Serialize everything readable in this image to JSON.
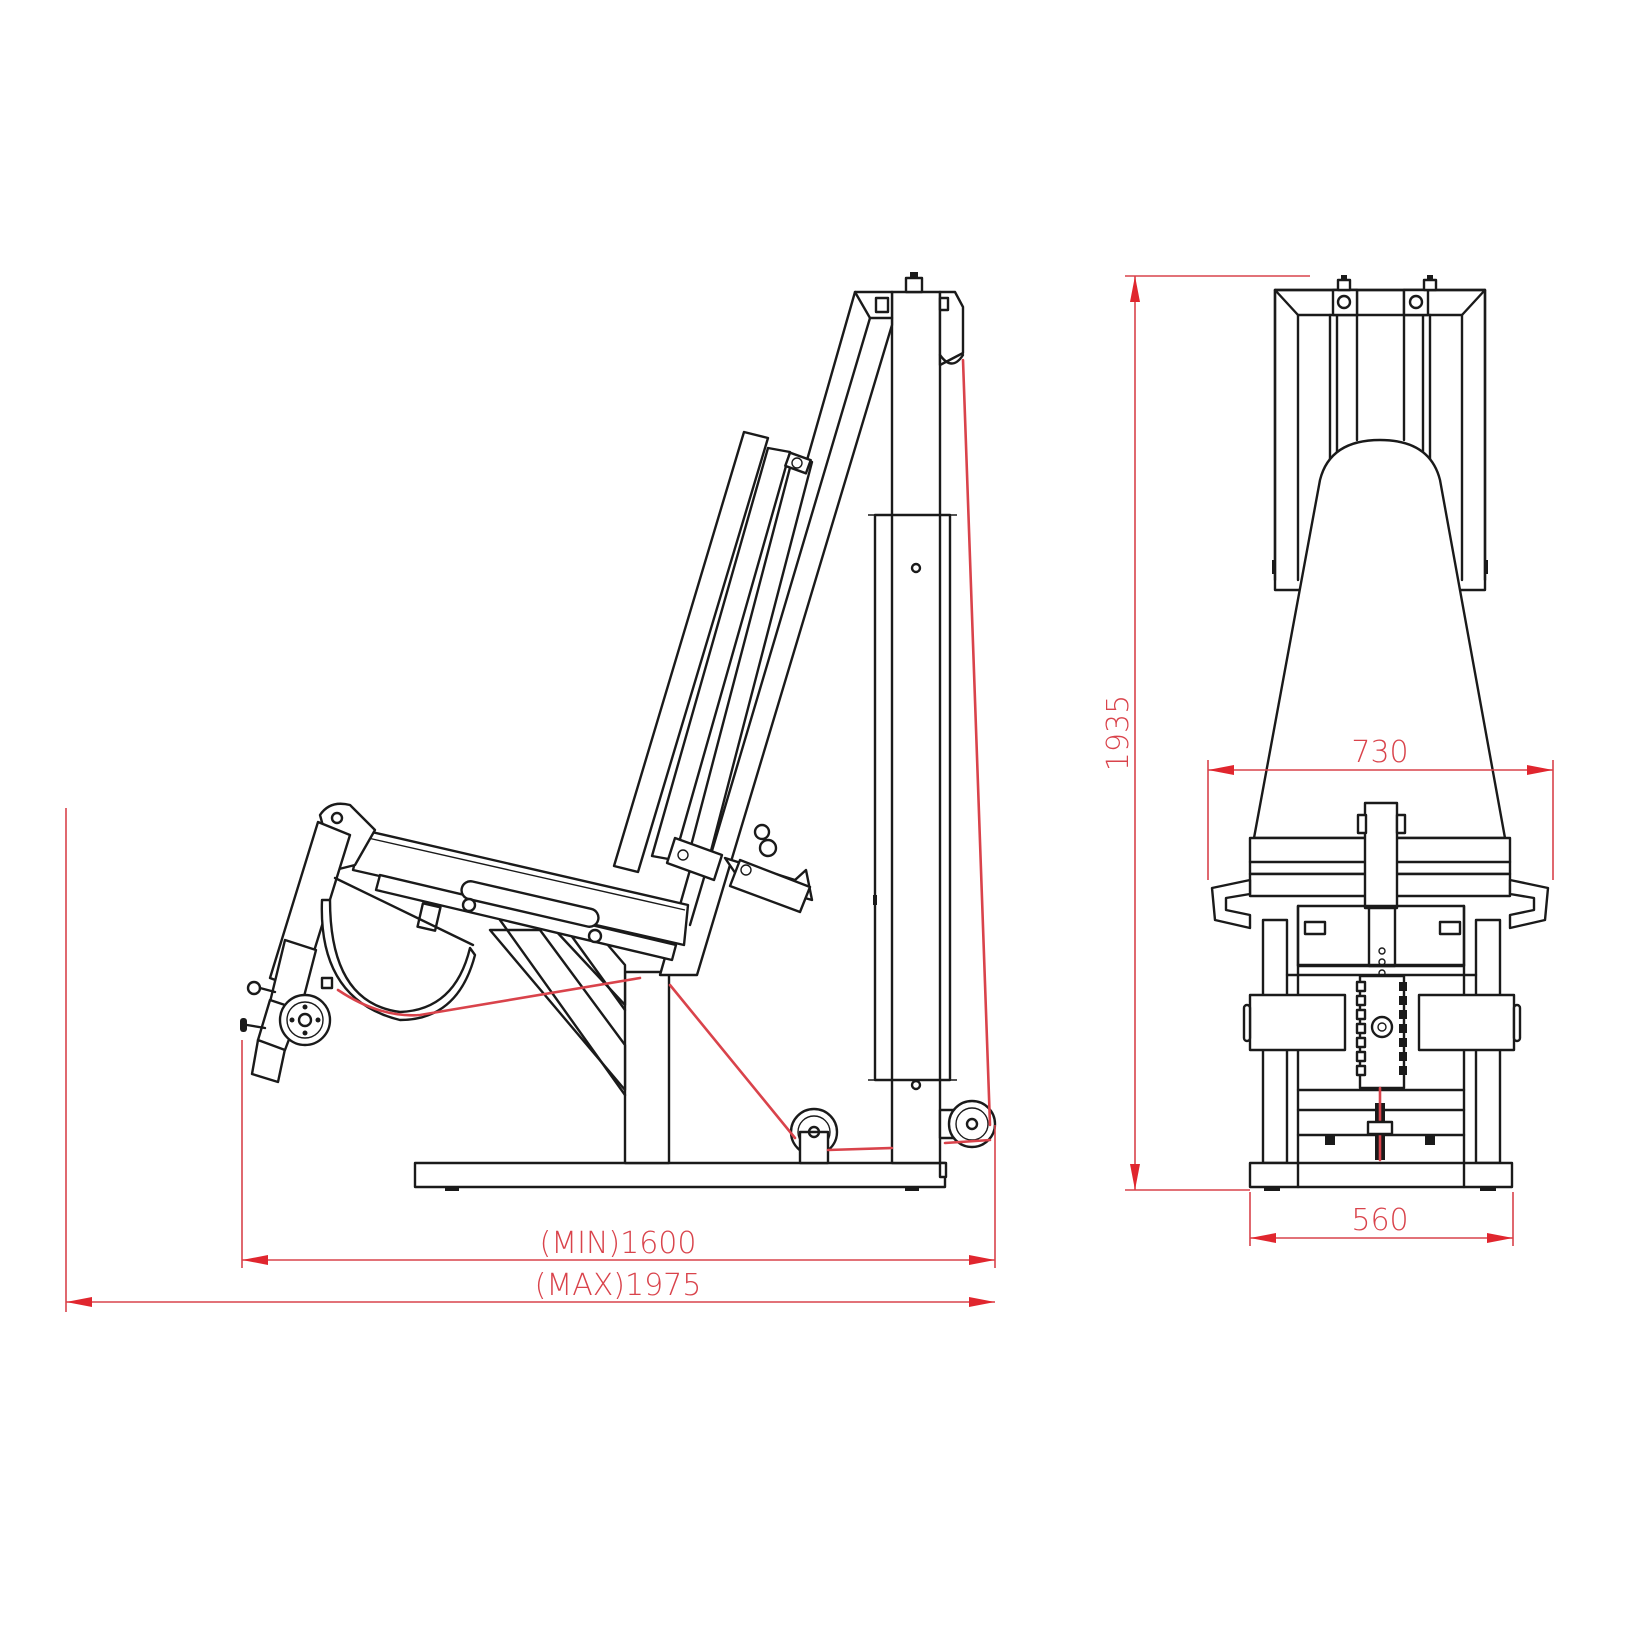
{
  "drawing": {
    "title": "Seated leg curl machine - side and front elevation",
    "views": [
      "side-view",
      "front-view"
    ],
    "colors": {
      "outline": "#1a1a1a",
      "dimension": "#d9434b",
      "cable": "#d9434b",
      "background": "#ffffff"
    }
  },
  "dimensions": {
    "length_min": {
      "label": "(MIN)1600",
      "value": 1600,
      "unit": "mm"
    },
    "length_max": {
      "label": "(MAX)1975",
      "value": 1975,
      "unit": "mm"
    },
    "height": {
      "label": "1935",
      "value": 1935,
      "unit": "mm"
    },
    "width_top": {
      "label": "730",
      "value": 730,
      "unit": "mm"
    },
    "width_base": {
      "label": "560",
      "value": 560,
      "unit": "mm"
    }
  }
}
